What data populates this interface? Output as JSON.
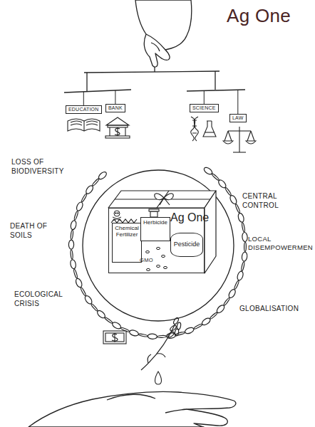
{
  "diagram": {
    "title": "Ag One",
    "nodes": [
      {
        "text": [
          "EDUCATION"
        ]
      },
      {
        "text": [
          "BANK"
        ]
      },
      {
        "text": [
          "SCIENCE"
        ]
      },
      {
        "text": [
          "LAW"
        ]
      },
      {
        "text": [
          "Ag One"
        ]
      },
      {
        "text": [
          "Chemical Fertilizer"
        ],
        "in": 4
      },
      {
        "text": [
          "Herbicide"
        ],
        "in": 4
      },
      {
        "text": [
          "Pesticide"
        ],
        "in": 4
      }
    ],
    "labels": [
      "LOSS OF BIODIVERSITY",
      "DEATH OF SOILS",
      "ECOLOGICAL CRISIS",
      "CENTRAL CONTROL",
      "LOCAL DISEMPOWERMEN",
      "GLOBALISATION",
      "GMO"
    ]
  }
}
